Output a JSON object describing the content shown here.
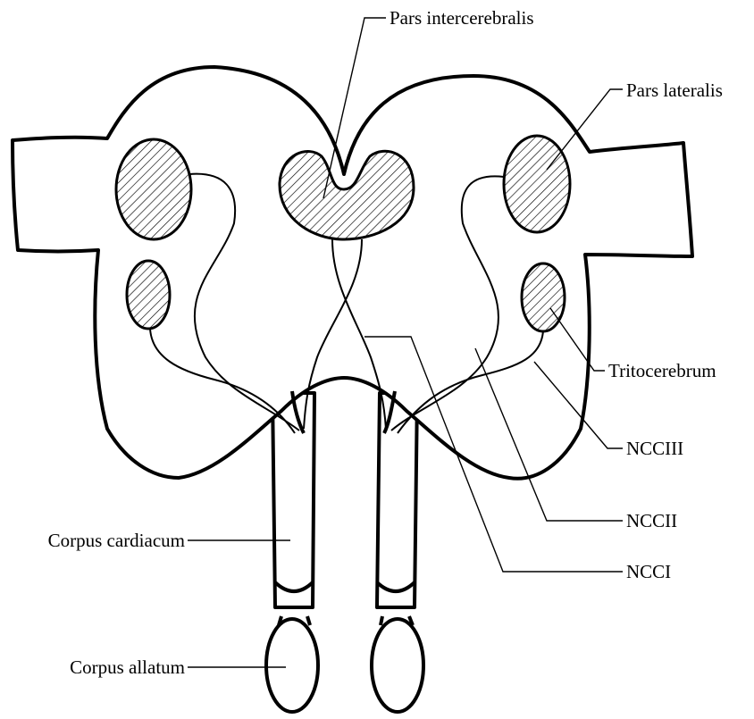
{
  "colors": {
    "line": "#000000",
    "background": "#ffffff",
    "hatch": "#000000"
  },
  "labels": {
    "pars_intercerebralis": "Pars intercerebralis",
    "pars_lateralis": "Pars lateralis",
    "tritocerebrum": "Tritocerebrum",
    "ncc_iii": "NCCIII",
    "ncc_ii": "NCCII",
    "ncc_i": "NCCI",
    "corpus_cardiacum": "Corpus cardiacum",
    "corpus_allatum": "Corpus allatum"
  }
}
